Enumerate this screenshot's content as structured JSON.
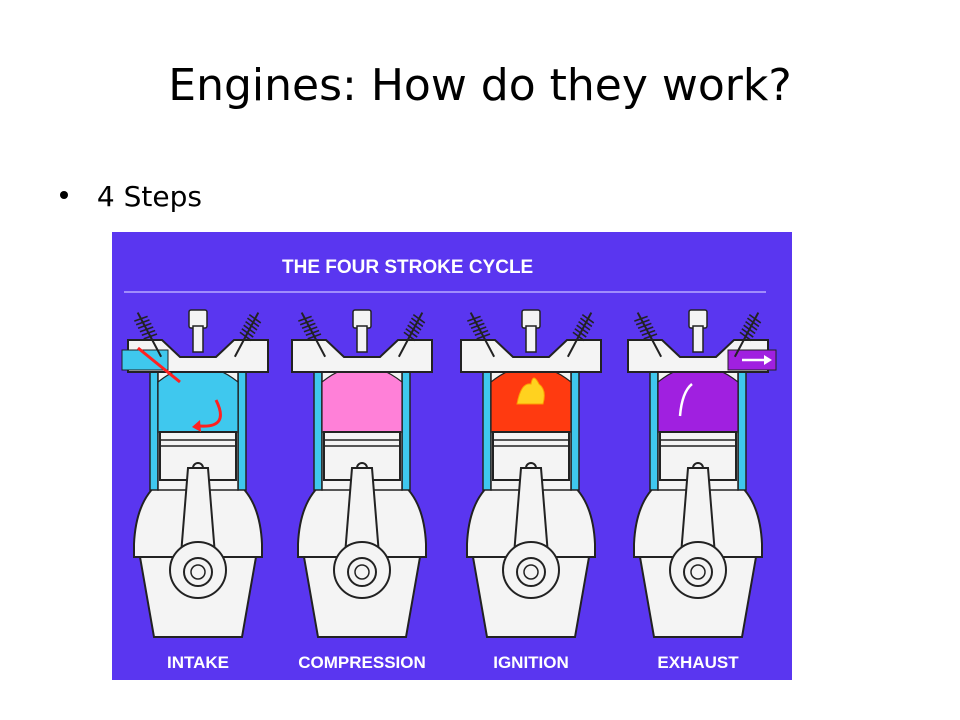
{
  "slide": {
    "title": "Engines:  How do they work?",
    "bullet": "4 Steps"
  },
  "diagram": {
    "title": "THE FOUR STROKE CYCLE",
    "background_color": "#5a36f0",
    "stages": [
      {
        "label": "INTAKE",
        "chamber_color": "#3fc8ee",
        "arrow": "intake-swirl"
      },
      {
        "label": "COMPRESSION",
        "chamber_color": "#ff80d8",
        "arrow": "none"
      },
      {
        "label": "IGNITION",
        "chamber_color": "#ff3a10",
        "arrow": "flame"
      },
      {
        "label": "EXHAUST",
        "chamber_color": "#a020e0",
        "arrow": "exhaust-out"
      }
    ]
  }
}
